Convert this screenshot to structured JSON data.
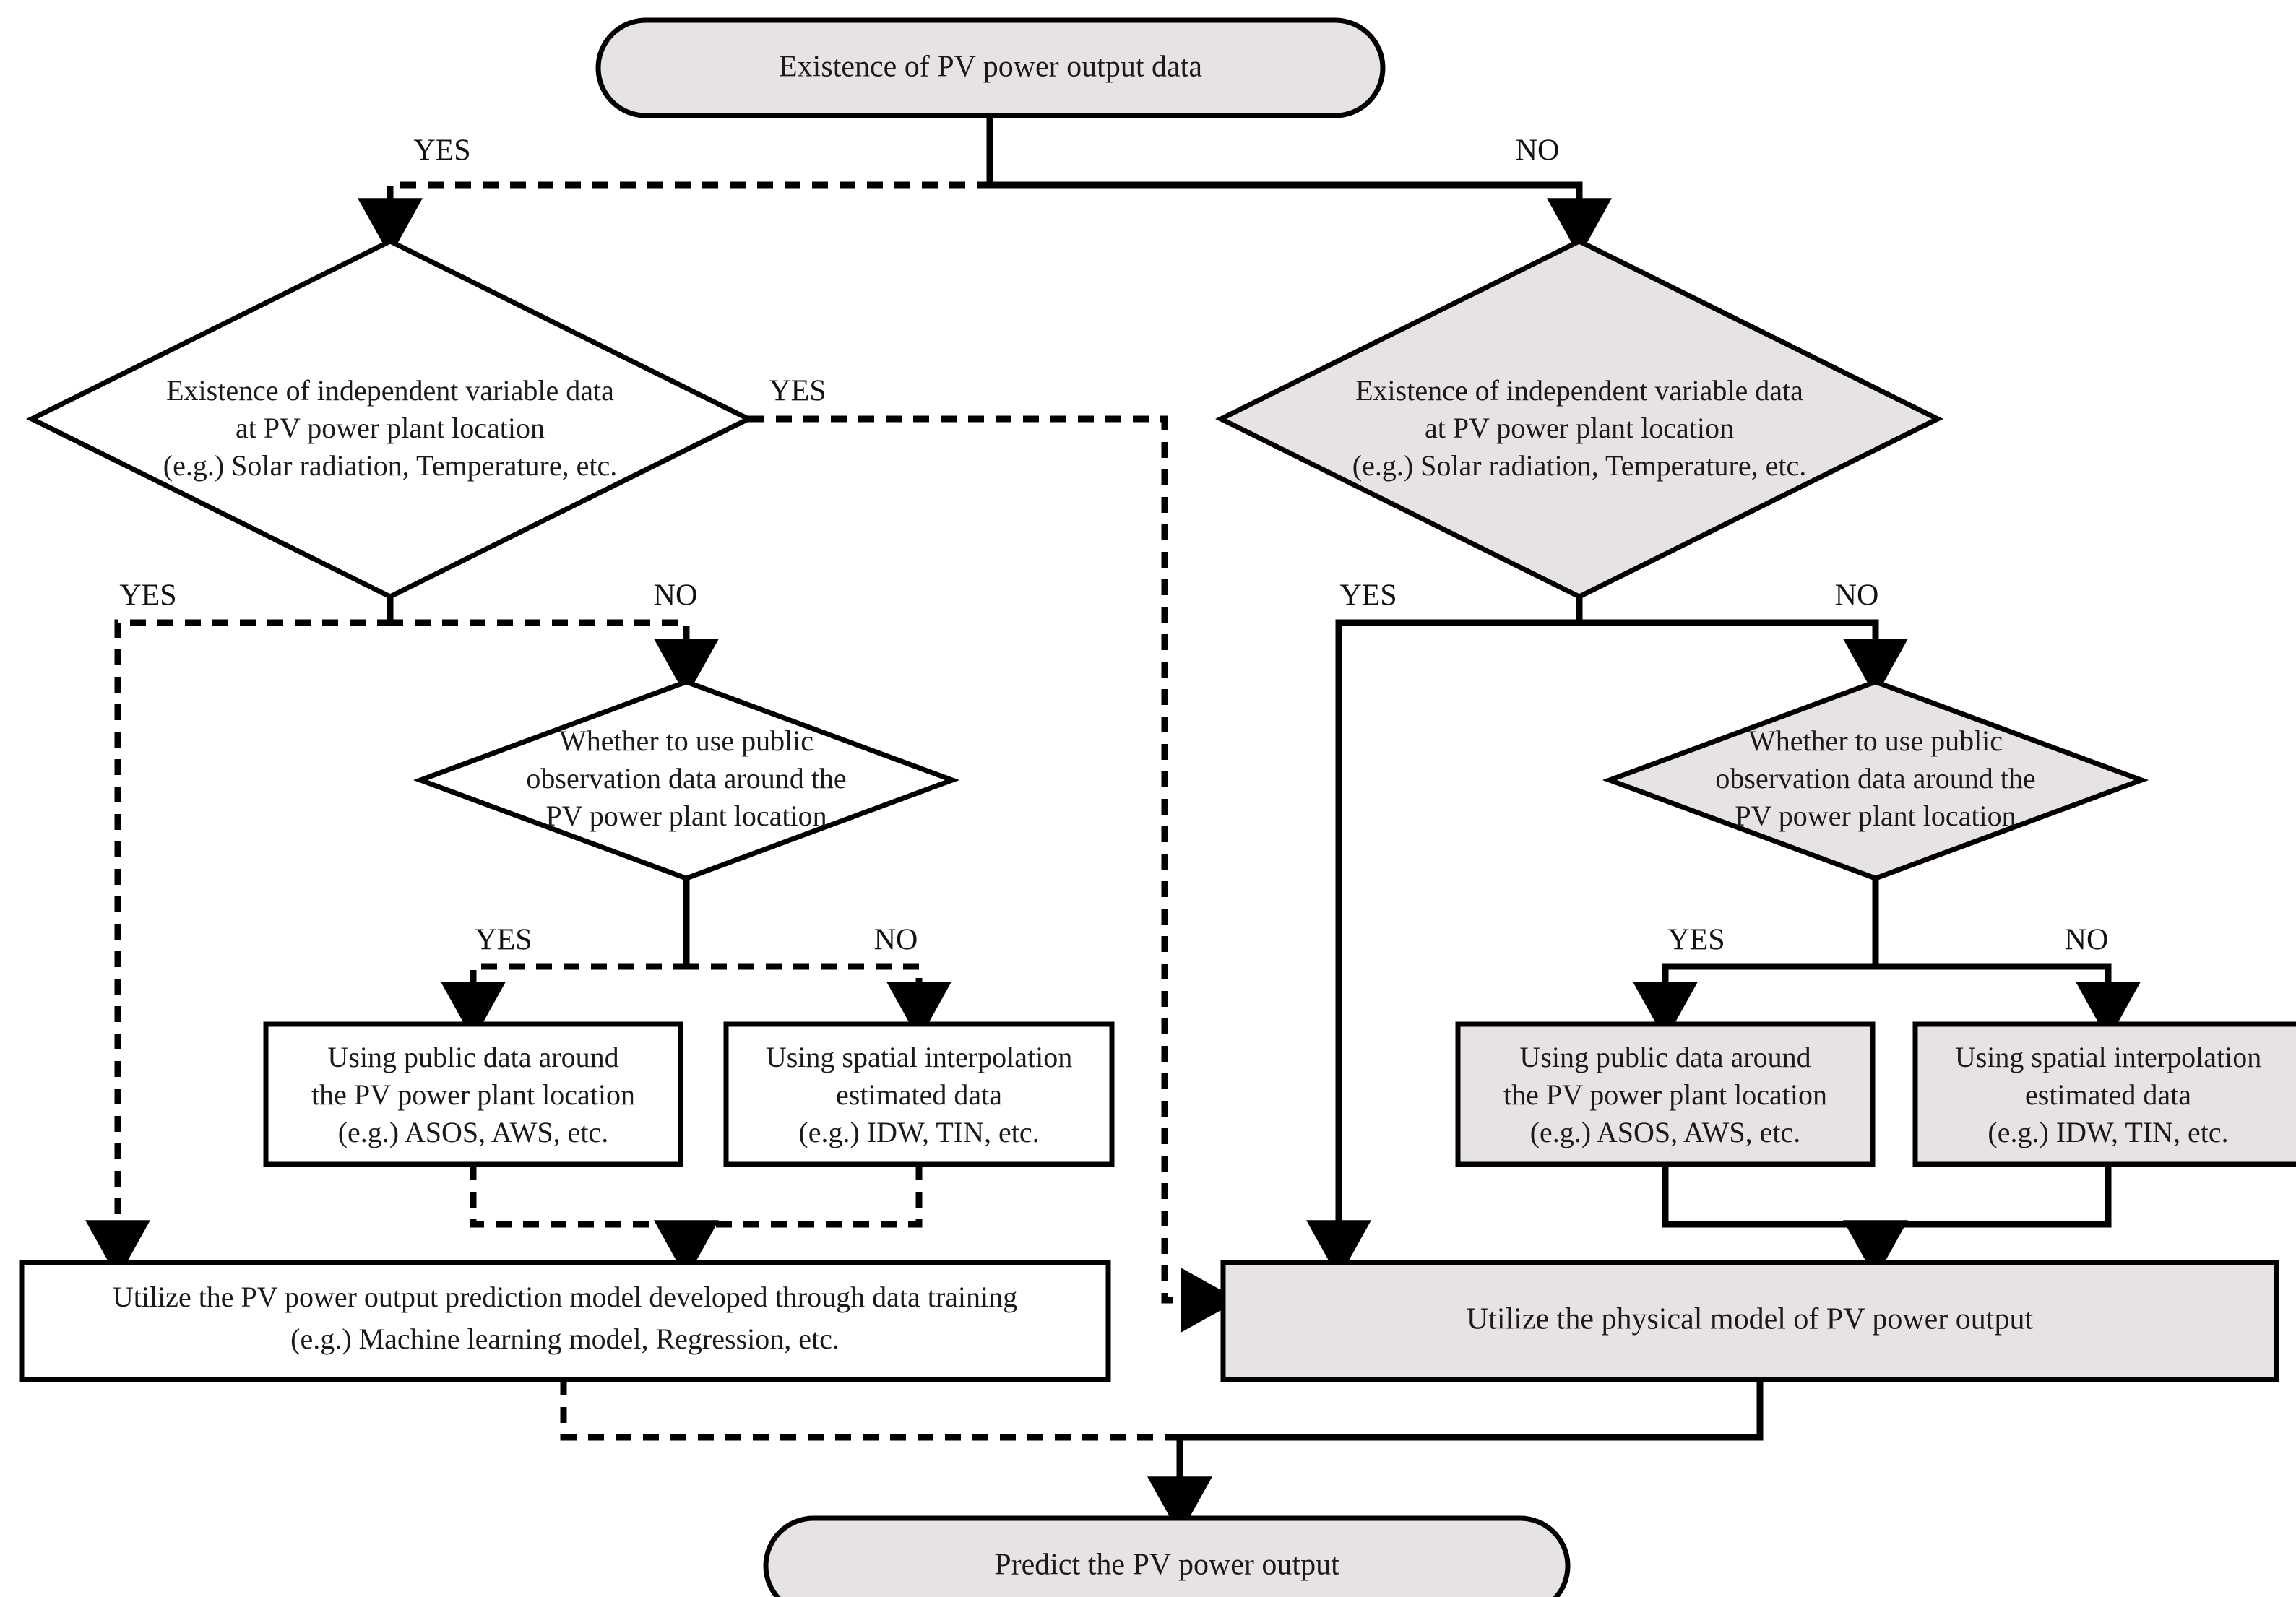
{
  "diagram": {
    "title_node": "Existence of PV power output data",
    "end_node": "Predict the PV power output",
    "palette": {
      "gray_fill": "#e7e3e3",
      "white_fill": "#ffffff",
      "stroke": "#000000",
      "background": "#ffffff"
    },
    "nodes": {
      "start": {
        "type": "terminator",
        "fill": "gray",
        "text": "Existence of PV power output data"
      },
      "decision_left_1": {
        "type": "decision",
        "fill": "white",
        "lines": [
          "Existence of independent variable data",
          "at PV power plant location",
          "(e.g.) Solar radiation, Temperature, etc."
        ]
      },
      "decision_right_1": {
        "type": "decision",
        "fill": "gray",
        "lines": [
          "Existence of independent variable data",
          "at PV power plant location",
          "(e.g.) Solar radiation, Temperature, etc."
        ]
      },
      "decision_left_2": {
        "type": "decision",
        "fill": "white",
        "lines": [
          "Whether to use public",
          "observation data around the",
          "PV power plant location"
        ]
      },
      "decision_right_2": {
        "type": "decision",
        "fill": "gray",
        "lines": [
          "Whether to use public",
          "observation data around the",
          "PV power plant location"
        ]
      },
      "process_left_public": {
        "type": "process",
        "fill": "white",
        "lines": [
          "Using public data around",
          "the PV power plant location",
          "(e.g.) ASOS, AWS, etc."
        ]
      },
      "process_left_interp": {
        "type": "process",
        "fill": "white",
        "lines": [
          "Using spatial interpolation",
          "estimated data",
          "(e.g.) IDW, TIN, etc."
        ]
      },
      "process_right_public": {
        "type": "process",
        "fill": "gray",
        "lines": [
          "Using public data around",
          "the PV power plant location",
          "(e.g.) ASOS, AWS, etc."
        ]
      },
      "process_right_interp": {
        "type": "process",
        "fill": "gray",
        "lines": [
          "Using spatial interpolation",
          "estimated data",
          "(e.g.) IDW, TIN, etc."
        ]
      },
      "model_data_driven": {
        "type": "process",
        "fill": "white",
        "lines": [
          "Utilize the PV power output prediction model developed through data training",
          "(e.g.) Machine learning model, Regression, etc."
        ]
      },
      "model_physical": {
        "type": "process",
        "fill": "gray",
        "lines": [
          "Utilize the physical model of PV power output"
        ]
      },
      "end": {
        "type": "terminator",
        "fill": "gray",
        "text": "Predict the PV power output"
      }
    },
    "edge_labels": {
      "start_yes": "YES",
      "start_no": "NO",
      "left1_yes": "YES",
      "left1_down_yes": "YES",
      "left1_down_no": "NO",
      "right1_yes": "YES",
      "right1_no": "NO",
      "left2_yes": "YES",
      "left2_no": "NO",
      "right2_yes": "YES",
      "right2_no": "NO"
    },
    "line_styles": {
      "data_driven_branch": "dashed",
      "physical_branch": "solid"
    }
  }
}
